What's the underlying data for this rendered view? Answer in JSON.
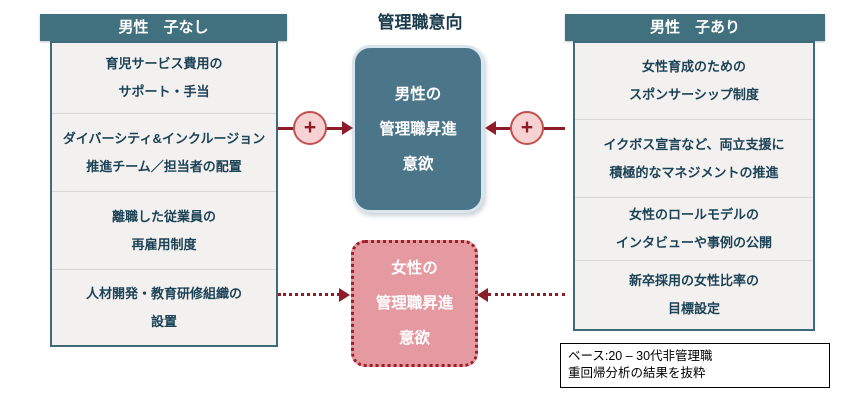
{
  "title": "管理職意向",
  "colors": {
    "teal_header": "#41707f",
    "male_box_fill": "#4b7588",
    "female_box_fill": "#e59aa1",
    "arrow_dark_red": "#8c1c28",
    "plus_badge_fill": "#f7d2d2",
    "plus_badge_border": "#c1504f",
    "cell_text": "#1c4256"
  },
  "left_panel": {
    "header": "男性　子なし",
    "items": [
      {
        "line1": "育児サービス費用の",
        "line2": "サポート・手当"
      },
      {
        "line1": "ダイバーシティ&インクルージョン",
        "line2": "推進チーム／担当者の配置"
      },
      {
        "line1": "離職した従業員の",
        "line2": "再雇用制度"
      },
      {
        "line1": "人材開発・教育研修組織の",
        "line2": "設置"
      }
    ]
  },
  "right_panel": {
    "header": "男性　子あり",
    "items": [
      {
        "line1": "女性育成のための",
        "line2": "スポンサーシップ制度"
      },
      {
        "line1": "イクボス宣言など、両立支援に",
        "line2": "積極的なマネジメントの推進"
      },
      {
        "line1": "女性のロールモデルの",
        "line2": "インタビューや事例の公開"
      },
      {
        "line1": "新卒採用の女性比率の",
        "line2": "目標設定"
      }
    ]
  },
  "center": {
    "male_box": {
      "line1": "男性の",
      "line2": "管理職昇進",
      "line3": "意欲"
    },
    "female_box": {
      "line1": "女性の",
      "line2": "管理職昇進",
      "line3": "意欲"
    },
    "plus_left": "+",
    "plus_right": "+"
  },
  "note": {
    "line1": "ベース:20 – 30代非管理職",
    "line2": "重回帰分析の結果を抜粋"
  }
}
